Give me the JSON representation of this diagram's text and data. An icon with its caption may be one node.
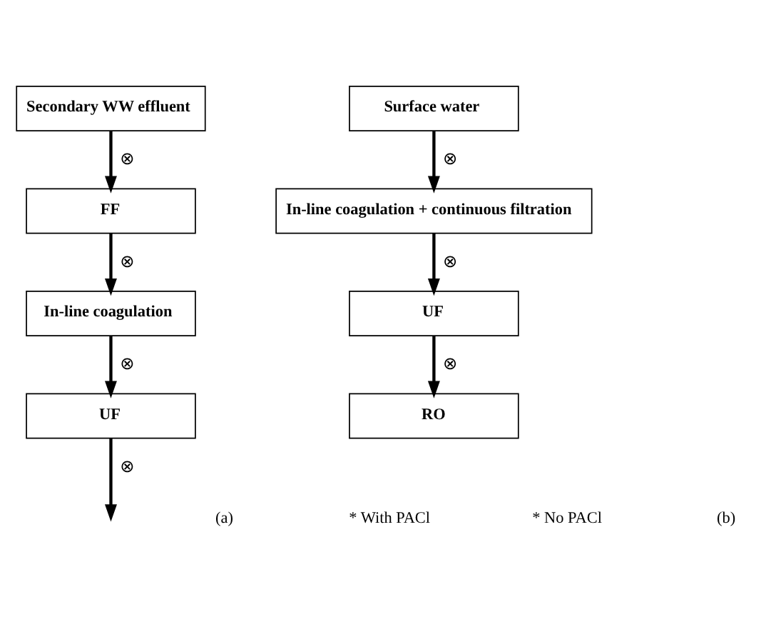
{
  "diagram": {
    "nodes": [
      {
        "text": [
          "Secondary WW effluent"
        ]
      },
      {
        "text": [
          "FF"
        ]
      },
      {
        "text": [
          "In-line coagulation"
        ]
      },
      {
        "text": [
          "UF"
        ]
      },
      {
        "text": [
          "Surface water"
        ]
      },
      {
        "text": [
          "In-line coagulation + continuous filtration"
        ]
      },
      {
        "text": [
          "UF"
        ]
      },
      {
        "text": [
          "RO"
        ]
      }
    ],
    "edges": [
      {
        "from": 0,
        "to": 1,
        "arrow": "to",
        "label": "⊗"
      },
      {
        "from": 1,
        "to": 2,
        "arrow": "to",
        "label": "⊗"
      },
      {
        "from": 2,
        "to": 3,
        "arrow": "to",
        "label": "⊗"
      },
      {
        "from": 3,
        "to": null,
        "arrow": "to",
        "label": "⊗"
      },
      {
        "from": 4,
        "to": 5,
        "arrow": "to",
        "label": "⊗"
      },
      {
        "from": 5,
        "to": 6,
        "arrow": "to",
        "label": "⊗"
      },
      {
        "from": 6,
        "to": 7,
        "arrow": "to",
        "label": "⊗"
      }
    ],
    "labels": [
      "(a)",
      "* With PACl",
      "* No PACl",
      "(b)"
    ]
  }
}
